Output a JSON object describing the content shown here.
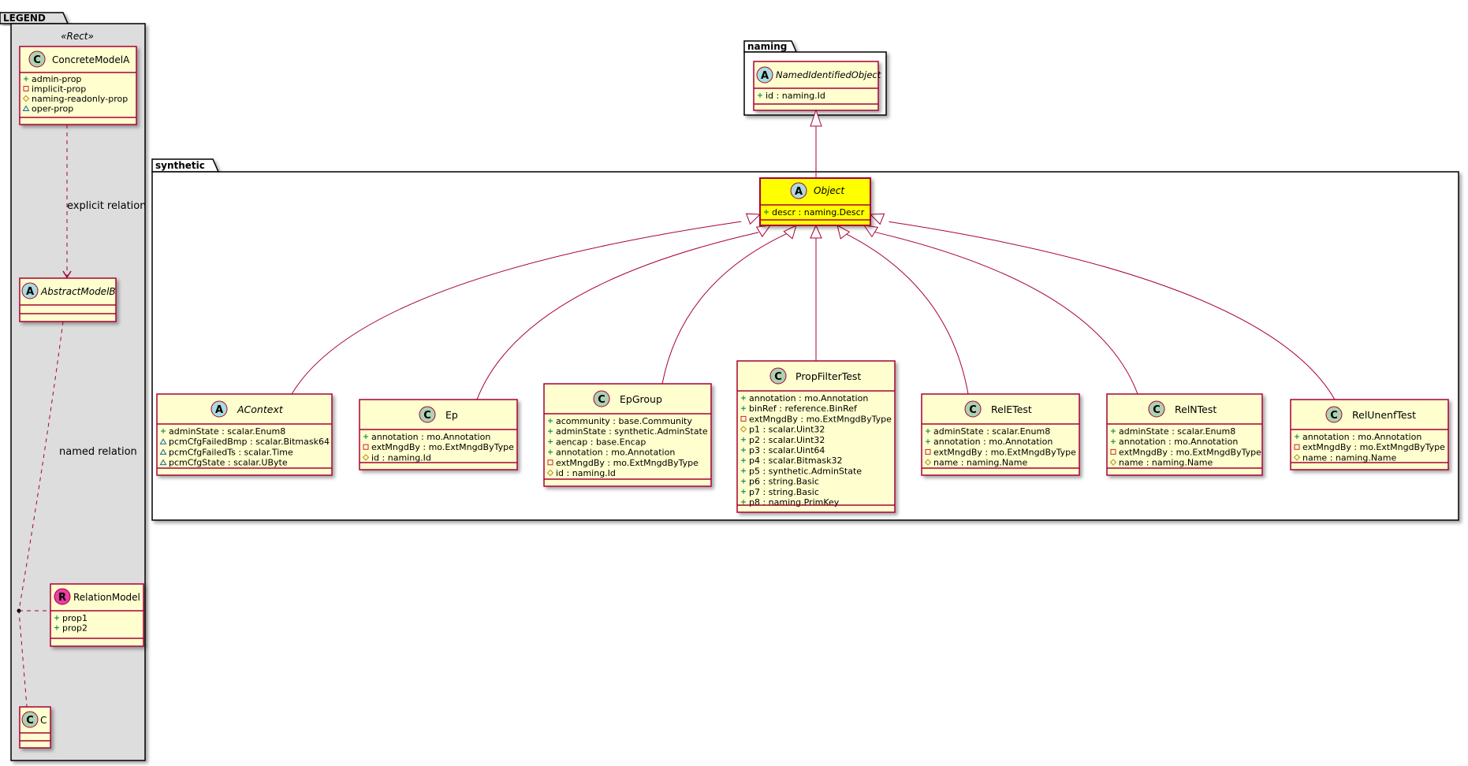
{
  "colors": {
    "class_fill": "#FEFECE",
    "class_border": "#A80036",
    "highlight_fill": "#FFFF00",
    "legend_bg": "#DDDDDD",
    "circle_class": "#ADD1B2",
    "circle_abstract": "#A9DCDF",
    "circle_relation": "#EB3DA6",
    "edge": "#A80036"
  },
  "legend": {
    "title": "LEGEND",
    "stereotype": "«Rect»",
    "concrete": {
      "name": "ConcreteModelA",
      "glyph": "C",
      "props": [
        {
          "vis": "+",
          "text": "admin-prop"
        },
        {
          "vis": "-",
          "text": "implicit-prop"
        },
        {
          "vis": "#",
          "text": "naming-readonly-prop"
        },
        {
          "vis": "~",
          "text": "oper-prop"
        }
      ]
    },
    "explicit_label": "explicit relation",
    "abstract": {
      "name": "AbstractModelB",
      "glyph": "A"
    },
    "named_label": "named relation",
    "relation": {
      "name": "RelationModel",
      "glyph": "R",
      "props": [
        {
          "vis": "+",
          "text": "prop1"
        },
        {
          "vis": "+",
          "text": "prop2"
        }
      ]
    },
    "c_class": {
      "name": "C",
      "glyph": "C"
    }
  },
  "naming_pkg": {
    "title": "naming",
    "cls": {
      "name": "NamedIdentifiedObject",
      "glyph": "A",
      "props": [
        {
          "vis": "+",
          "text": "id : naming.Id"
        }
      ]
    }
  },
  "synthetic_pkg": {
    "title": "synthetic",
    "object": {
      "name": "Object",
      "glyph": "A",
      "props": [
        {
          "vis": "+",
          "text": "descr : naming.Descr"
        }
      ]
    },
    "classes": [
      {
        "key": "acontext",
        "name": "AContext",
        "glyph": "A",
        "abstract": true,
        "props": [
          {
            "vis": "+",
            "text": "adminState : scalar.Enum8"
          },
          {
            "vis": "~",
            "text": "pcmCfgFailedBmp : scalar.Bitmask64"
          },
          {
            "vis": "~",
            "text": "pcmCfgFailedTs : scalar.Time"
          },
          {
            "vis": "~",
            "text": "pcmCfgState : scalar.UByte"
          }
        ]
      },
      {
        "key": "ep",
        "name": "Ep",
        "glyph": "C",
        "abstract": false,
        "props": [
          {
            "vis": "+",
            "text": "annotation : mo.Annotation"
          },
          {
            "vis": "-",
            "text": "extMngdBy : mo.ExtMngdByType"
          },
          {
            "vis": "#",
            "text": "id : naming.Id"
          }
        ]
      },
      {
        "key": "epgroup",
        "name": "EpGroup",
        "glyph": "C",
        "abstract": false,
        "props": [
          {
            "vis": "+",
            "text": "acommunity : base.Community"
          },
          {
            "vis": "+",
            "text": "adminState : synthetic.AdminState"
          },
          {
            "vis": "+",
            "text": "aencap : base.Encap"
          },
          {
            "vis": "+",
            "text": "annotation : mo.Annotation"
          },
          {
            "vis": "-",
            "text": "extMngdBy : mo.ExtMngdByType"
          },
          {
            "vis": "#",
            "text": "id : naming.Id"
          }
        ]
      },
      {
        "key": "propfiltertest",
        "name": "PropFilterTest",
        "glyph": "C",
        "abstract": false,
        "props": [
          {
            "vis": "+",
            "text": "annotation : mo.Annotation"
          },
          {
            "vis": "+",
            "text": "binRef : reference.BinRef"
          },
          {
            "vis": "-",
            "text": "extMngdBy : mo.ExtMngdByType"
          },
          {
            "vis": "#",
            "text": "p1 : scalar.Uint32"
          },
          {
            "vis": "+",
            "text": "p2 : scalar.Uint32"
          },
          {
            "vis": "+",
            "text": "p3 : scalar.Uint64"
          },
          {
            "vis": "+",
            "text": "p4 : scalar.Bitmask32"
          },
          {
            "vis": "+",
            "text": "p5 : synthetic.AdminState"
          },
          {
            "vis": "+",
            "text": "p6 : string.Basic"
          },
          {
            "vis": "+",
            "text": "p7 : string.Basic"
          },
          {
            "vis": "+",
            "text": "p8 : naming.PrimKey"
          }
        ]
      },
      {
        "key": "reletest",
        "name": "RelETest",
        "glyph": "C",
        "abstract": false,
        "props": [
          {
            "vis": "+",
            "text": "adminState : scalar.Enum8"
          },
          {
            "vis": "+",
            "text": "annotation : mo.Annotation"
          },
          {
            "vis": "-",
            "text": "extMngdBy : mo.ExtMngdByType"
          },
          {
            "vis": "#",
            "text": "name : naming.Name"
          }
        ]
      },
      {
        "key": "relntest",
        "name": "RelNTest",
        "glyph": "C",
        "abstract": false,
        "props": [
          {
            "vis": "+",
            "text": "adminState : scalar.Enum8"
          },
          {
            "vis": "+",
            "text": "annotation : mo.Annotation"
          },
          {
            "vis": "-",
            "text": "extMngdBy : mo.ExtMngdByType"
          },
          {
            "vis": "#",
            "text": "name : naming.Name"
          }
        ]
      },
      {
        "key": "relunenftest",
        "name": "RelUnenfTest",
        "glyph": "C",
        "abstract": false,
        "props": [
          {
            "vis": "+",
            "text": "annotation : mo.Annotation"
          },
          {
            "vis": "-",
            "text": "extMngdBy : mo.ExtMngdByType"
          },
          {
            "vis": "#",
            "text": "name : naming.Name"
          }
        ]
      }
    ]
  }
}
